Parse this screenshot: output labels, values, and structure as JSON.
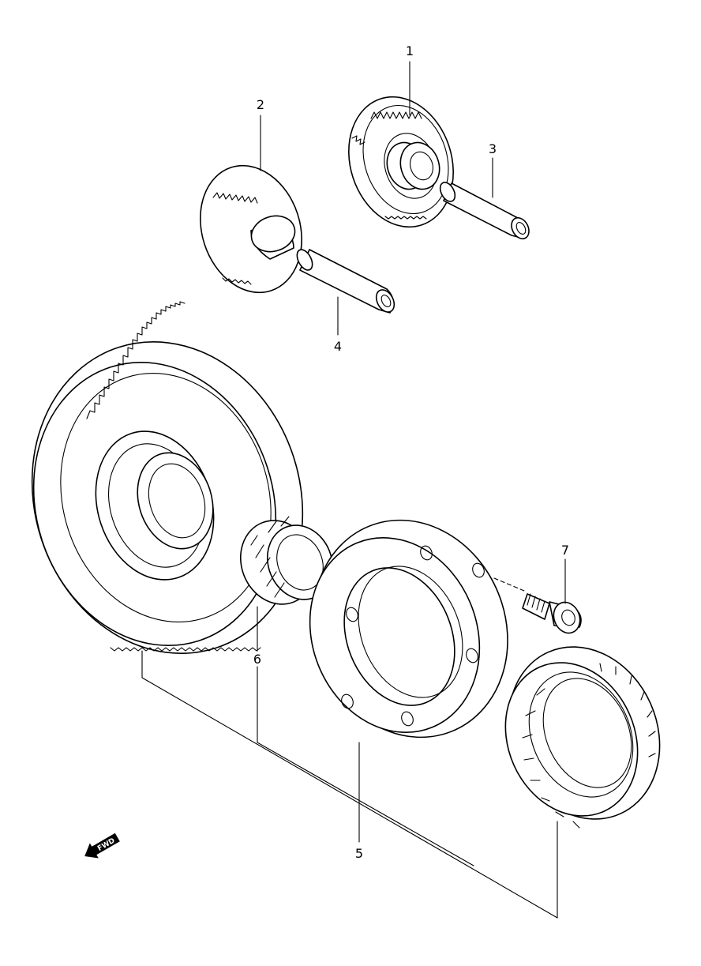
{
  "callouts": [
    {
      "id": "1",
      "text": "1"
    },
    {
      "id": "2",
      "text": "2"
    },
    {
      "id": "3",
      "text": "3"
    },
    {
      "id": "4",
      "text": "4"
    },
    {
      "id": "5",
      "text": "5"
    },
    {
      "id": "6",
      "text": "6"
    },
    {
      "id": "7",
      "text": "7"
    }
  ],
  "fwd_label": "FWD",
  "parts": [
    "idle-gear-1",
    "idle-gear-2",
    "shaft-3",
    "shaft-4",
    "starter-clutch-housing-5",
    "needle-bearing-6",
    "bolt-7",
    "one-way-clutch",
    "driven-gear"
  ]
}
